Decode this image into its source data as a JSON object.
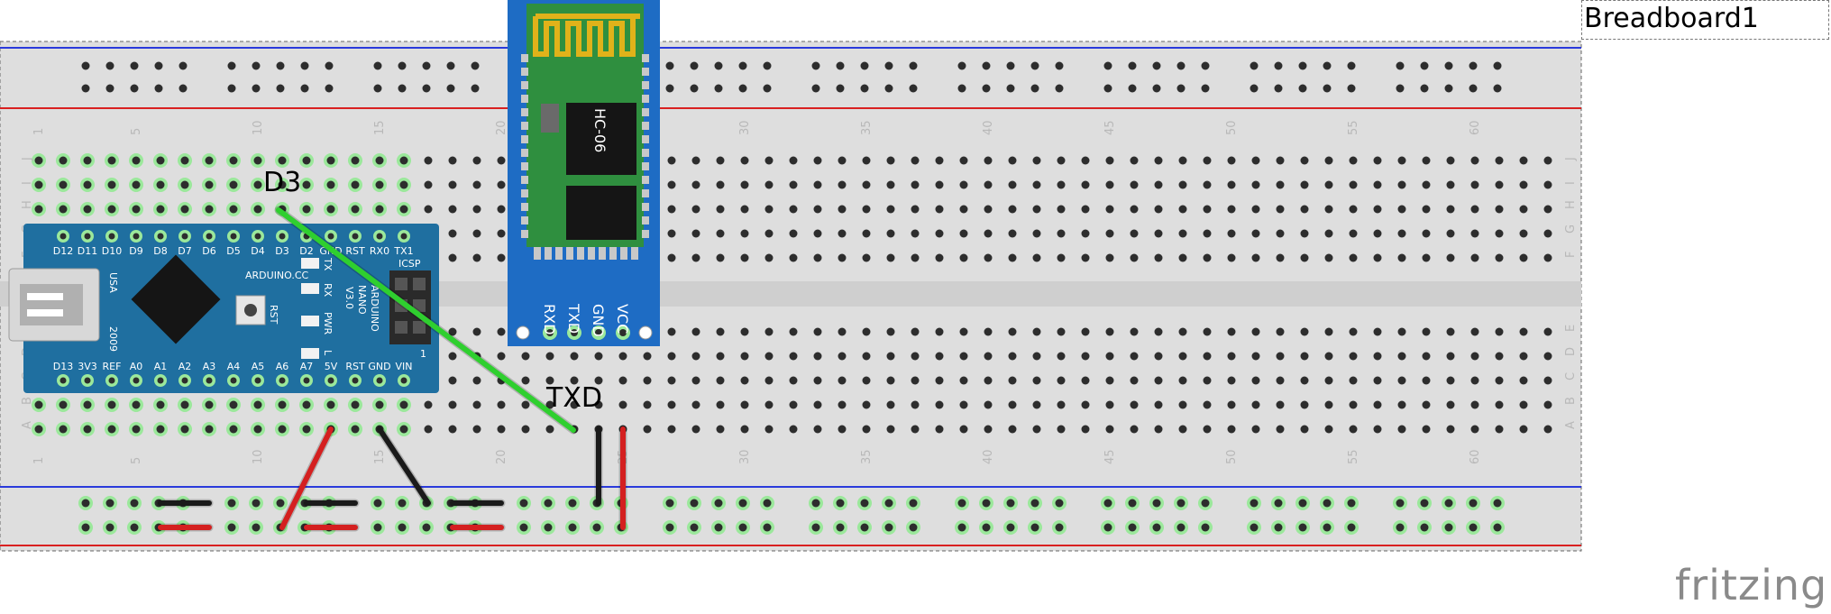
{
  "breadboard": {
    "title": "Breadboard1",
    "columns": 63,
    "column_number_labels": [
      "1",
      "5",
      "10",
      "15",
      "20",
      "25",
      "30",
      "35",
      "40",
      "45",
      "50",
      "55",
      "60"
    ],
    "row_letters_top": [
      "J",
      "I",
      "H",
      "G",
      "F"
    ],
    "row_letters_bottom": [
      "E",
      "D",
      "C",
      "B",
      "A"
    ]
  },
  "arduino": {
    "top_pins": [
      "D12",
      "D11",
      "D10",
      "D9",
      "D8",
      "D7",
      "D6",
      "D5",
      "D4",
      "D3",
      "D2",
      "GND",
      "RST",
      "RX0",
      "TX1"
    ],
    "bottom_pins": [
      "D13",
      "3V3",
      "REF",
      "A0",
      "A1",
      "A2",
      "A3",
      "A4",
      "A5",
      "A6",
      "A7",
      "5V",
      "RST",
      "GND",
      "VIN"
    ],
    "brand": "ARDUINO.CC",
    "model_lines": [
      "ARDUINO",
      "NANO",
      "V3.0"
    ],
    "usb_label": "USA",
    "year_label": "2009",
    "icsp_label": "ICSP",
    "rst_label": "RST",
    "led_labels": [
      "TX",
      "RX",
      "PWR",
      "L"
    ],
    "icsp_pin_label": "1"
  },
  "bluetooth": {
    "name": "HC-06",
    "pins": [
      "RXD",
      "TXD",
      "GND",
      "VCC"
    ]
  },
  "wires": {
    "label_d3": "D3",
    "label_txd": "TXD",
    "signal_color": "#2fcf2f",
    "power_color": "#d42020",
    "ground_color": "#1a1a1a"
  },
  "colors": {
    "board_bg": "#dcdcdc",
    "rail_blue": "#2a3adb",
    "rail_red": "#d92020",
    "pcb_blue": "#1f6fa0",
    "bt_green": "#2f8f3f",
    "bt_blue": "#1e6cc4"
  },
  "logo_text": "fritzing"
}
